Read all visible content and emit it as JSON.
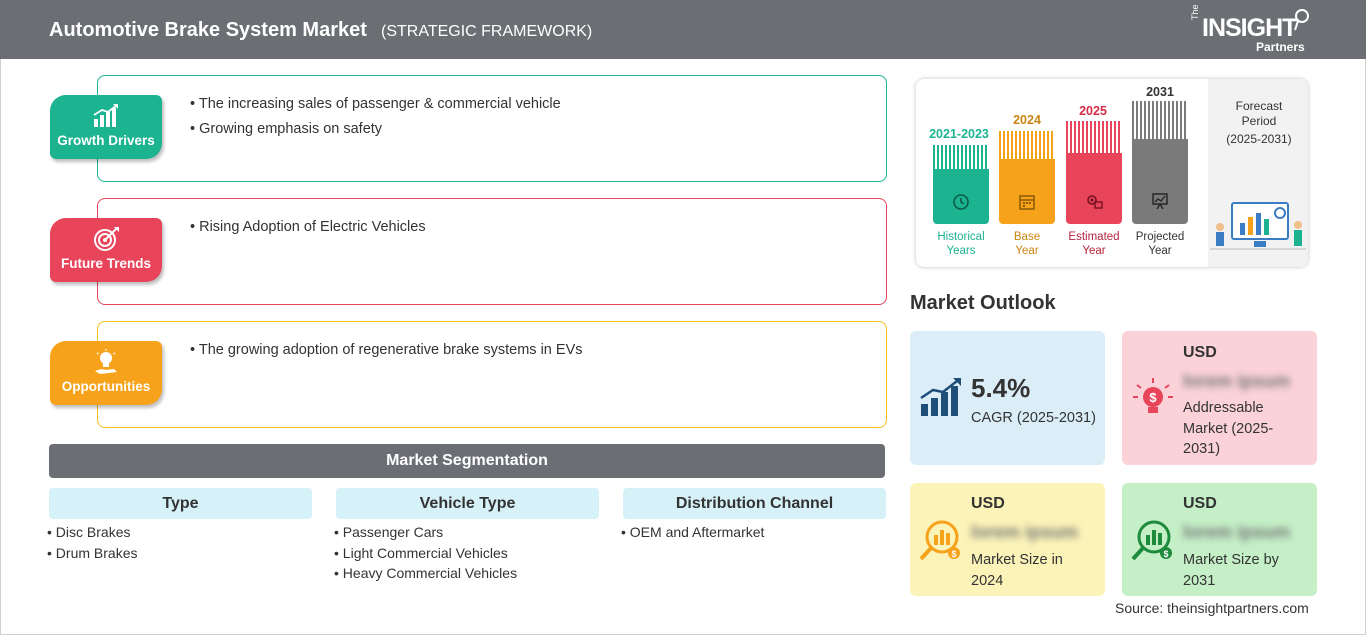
{
  "header": {
    "title": "Automotive Brake System Market",
    "subtitle": "(STRATEGIC FRAMEWORK)",
    "logo_the": "The",
    "logo_insight": "INSIGHT",
    "logo_partners": "Partners"
  },
  "framework": [
    {
      "label": "Growth Drivers",
      "icon": "growth-chart-icon",
      "color": "#1bb390",
      "points": [
        "The increasing sales of passenger & commercial vehicle",
        "Growing emphasis on safety"
      ]
    },
    {
      "label": "Future Trends",
      "icon": "target-icon",
      "color": "#e8445a",
      "points": [
        "Rising Adoption of Electric Vehicles"
      ]
    },
    {
      "label": "Opportunities",
      "icon": "lightbulb-hand-icon",
      "color": "#f7a21b",
      "points": [
        "The growing adoption of regenerative brake systems in EVs"
      ]
    }
  ],
  "segmentation": {
    "title": "Market Segmentation",
    "columns": [
      {
        "heading": "Type",
        "items": [
          "Disc Brakes",
          "Drum Brakes"
        ]
      },
      {
        "heading": "Vehicle Type",
        "items": [
          "Passenger Cars",
          "Light Commercial Vehicles",
          "Heavy Commercial Vehicles"
        ]
      },
      {
        "heading": "Distribution Channel",
        "items": [
          "OEM and Aftermarket"
        ]
      }
    ]
  },
  "timeline": {
    "periods": [
      {
        "year": "2021-2023",
        "label": [
          "Historical",
          "Years"
        ],
        "color": "#1bb390",
        "icon": "history-clock-icon"
      },
      {
        "year": "2024",
        "label": [
          "Base",
          "Year"
        ],
        "color": "#f7a21b",
        "icon": "calendar-icon"
      },
      {
        "year": "2025",
        "label": [
          "Estimated",
          "Year"
        ],
        "color": "#e8445a",
        "icon": "estimate-gear-icon"
      },
      {
        "year": "2031",
        "label": [
          "Projected",
          "Year"
        ],
        "color": "#7a7a7a",
        "icon": "presentation-chart-icon"
      }
    ],
    "forecast": {
      "line1": "Forecast",
      "line2": "Period",
      "line3": "(2025-2031)"
    }
  },
  "outlook": {
    "title": "Market Outlook",
    "cagr": {
      "value": "5.4%",
      "label": "CAGR (2025-2031)",
      "color": "#dbeef8"
    },
    "addressable": {
      "usd": "USD",
      "value": "lorem ipsum",
      "label_lines": [
        "Addressable",
        "Market (2025-",
        "2031)"
      ],
      "color": "#fad2d8"
    },
    "size2024": {
      "usd": "USD",
      "value": "lorem ipsum",
      "label_lines": [
        "Market Size in",
        "2024"
      ],
      "color": "#fbf3b8"
    },
    "size2031": {
      "usd": "USD",
      "value": "lorem ipsum",
      "label_lines": [
        "Market Size by",
        "2031"
      ],
      "color": "#c4efc7"
    }
  },
  "source": "Source: theinsightpartners.com"
}
